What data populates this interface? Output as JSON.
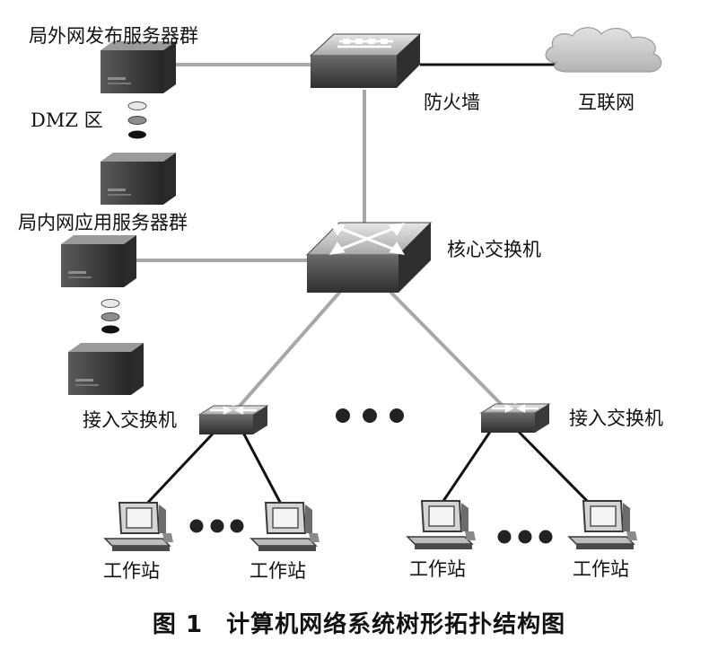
{
  "labels": {
    "dmz_servers": "局外网发布服务器群",
    "dmz": "DMZ 区",
    "firewall": "防火墙",
    "internet": "互联网",
    "intranet_servers": "局内网应用服务器群",
    "core_switch": "核心交换机",
    "access_switch_left": "接入交换机",
    "access_switch_right": "接入交换机",
    "workstation_1": "工作站",
    "workstation_2": "工作站",
    "workstation_3": "工作站",
    "workstation_4": "工作站"
  },
  "caption": {
    "number": "图 1",
    "title": "计算机网络系统树形拓扑结构图"
  },
  "colors": {
    "link_gray": "#a8a8a8",
    "link_black": "#111111",
    "device_dark": "#3a3a3a",
    "device_light": "#bdbdbd",
    "cloud": "#c8c8c8"
  },
  "icons": [
    "firewall-icon",
    "cloud-icon",
    "core-switch-icon",
    "access-switch-icon",
    "server-icon",
    "workstation-icon",
    "ellipsis-dots-icon"
  ]
}
